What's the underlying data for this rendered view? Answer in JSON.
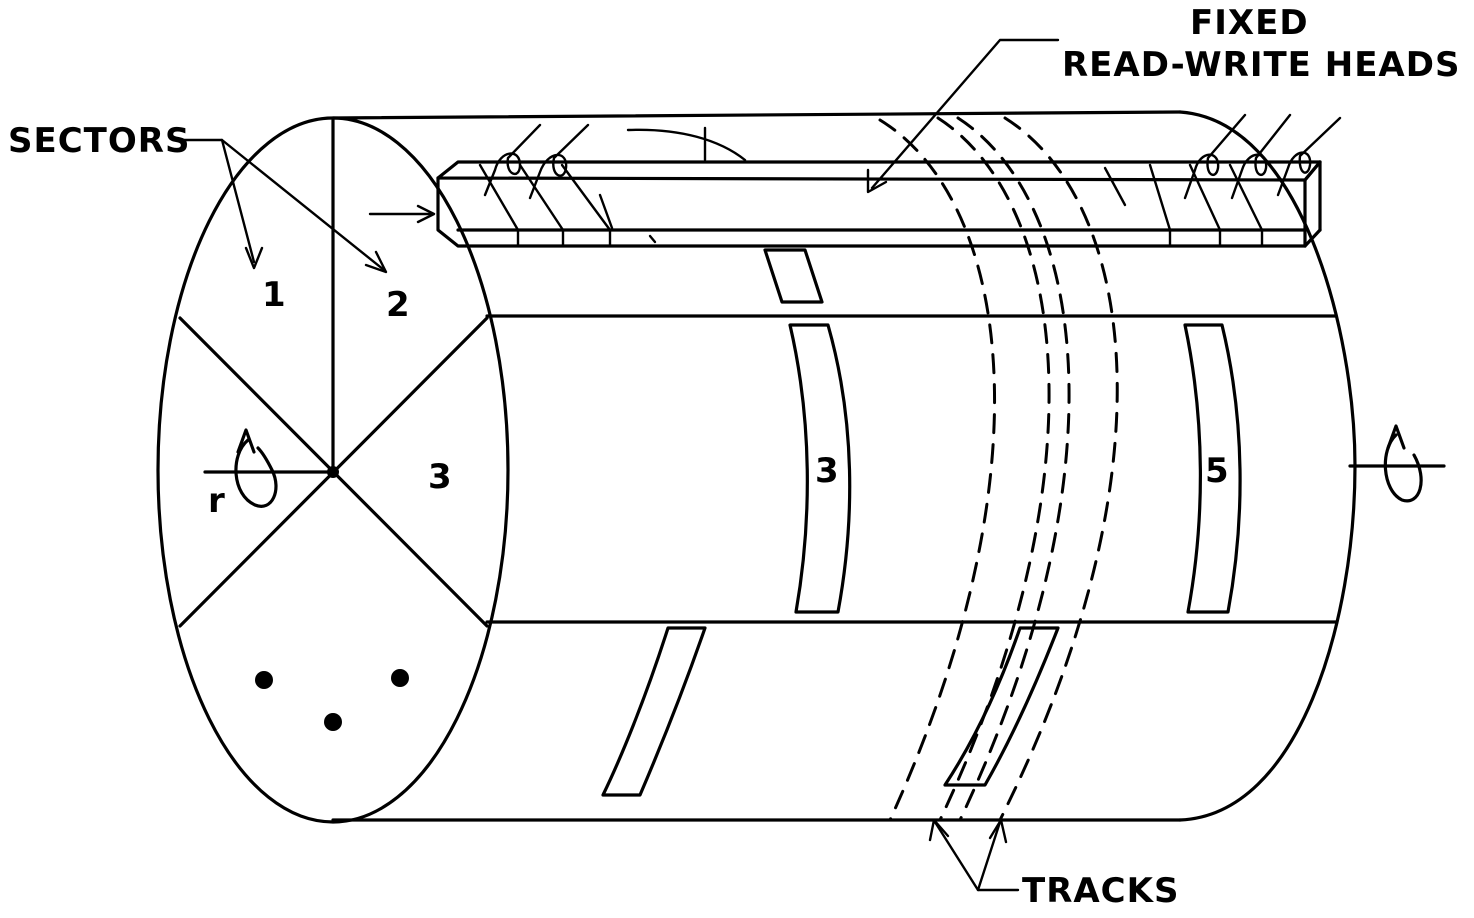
{
  "labels": {
    "sectors": "SECTORS",
    "fixed": "FIXED",
    "read_write_heads": "READ-WRITE HEADS",
    "tracks": "TRACKS",
    "r": "r"
  },
  "sector_numbers": {
    "face_1": "1",
    "face_2": "2",
    "face_3": "3",
    "surface_3": "3",
    "surface_5": "5"
  }
}
